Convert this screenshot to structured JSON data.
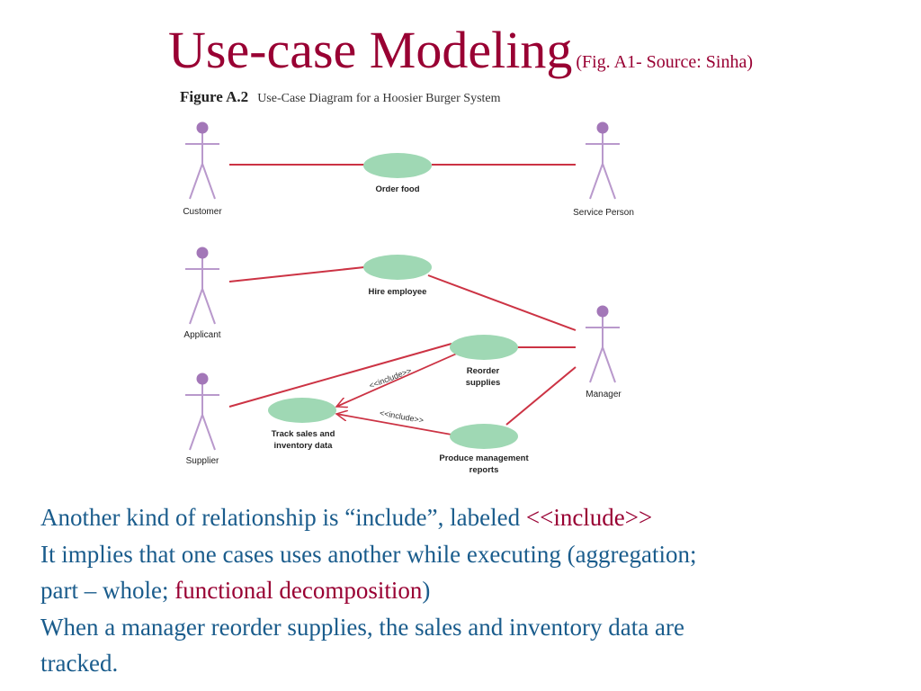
{
  "title": {
    "main": "Use-case Modeling",
    "source": "(Fig. A1- Source: Sinha)"
  },
  "figure": {
    "number": "Figure A.2",
    "caption": "Use-Case Diagram for a Hoosier Burger System",
    "actors": {
      "customer": "Customer",
      "service_person": "Service Person",
      "applicant": "Applicant",
      "manager": "Manager",
      "supplier": "Supplier"
    },
    "use_cases": {
      "order_food": "Order food",
      "hire_employee": "Hire employee",
      "reorder_supplies_1": "Reorder",
      "reorder_supplies_2": "supplies",
      "track_sales_1": "Track sales and",
      "track_sales_2": "inventory data",
      "produce_reports_1": "Produce management",
      "produce_reports_2": "reports"
    },
    "relationships": {
      "include_1": "<<include>>",
      "include_2": "<<include>>"
    },
    "colors": {
      "use_case_fill": "#9fd8b4",
      "association_line": "#cc3344",
      "actor_stroke": "#b999cc",
      "actor_head": "#a377b8"
    }
  },
  "body": {
    "line1_a": "Another kind of relationship is ",
    "line1_b": "“include”, labeled ",
    "line1_c": "<<include>>",
    "line2": "It implies that one cases uses another while executing (aggregation;",
    "line3_a": "part – whole; ",
    "line3_b": "functional decomposition",
    "line3_c": ")",
    "line4": "When a manager reorder supplies, the sales and inventory data are",
    "line5": "tracked."
  }
}
